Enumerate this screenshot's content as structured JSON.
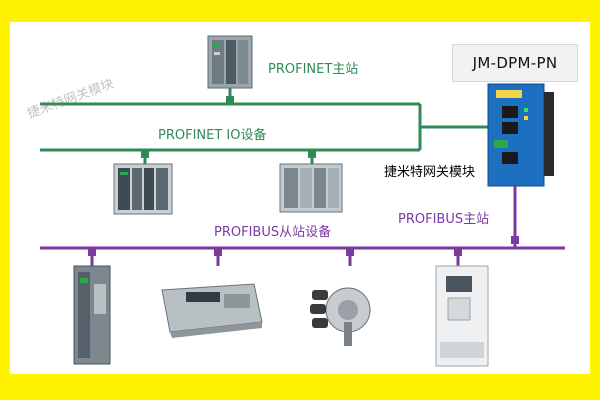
{
  "model": "JM-DPM-PN",
  "watermark": "捷米特网关模块",
  "profinet_master_label": "PROFINET主站",
  "profinet_io_label": "PROFINET  IO设备",
  "profibus_master_label": "PROFIBUS主站",
  "profibus_slave_label": "PROFIBUS从站设备",
  "gateway_label": "捷米特网关模块",
  "colors": {
    "background": "#fff200",
    "profinet_line": "#2e8b57",
    "profibus_line": "#7a3aa0"
  },
  "devices": [
    {
      "name": "plc-master",
      "icon": "plc-rack-icon"
    },
    {
      "name": "io-device-1",
      "icon": "io-module-icon"
    },
    {
      "name": "io-device-2",
      "icon": "io-module-icon"
    },
    {
      "name": "gateway",
      "icon": "gateway-icon"
    },
    {
      "name": "slave-module",
      "icon": "module-icon"
    },
    {
      "name": "weighing-indicator",
      "icon": "scale-indicator-icon"
    },
    {
      "name": "rotary-encoder",
      "icon": "encoder-icon"
    },
    {
      "name": "drive",
      "icon": "drive-icon"
    }
  ]
}
